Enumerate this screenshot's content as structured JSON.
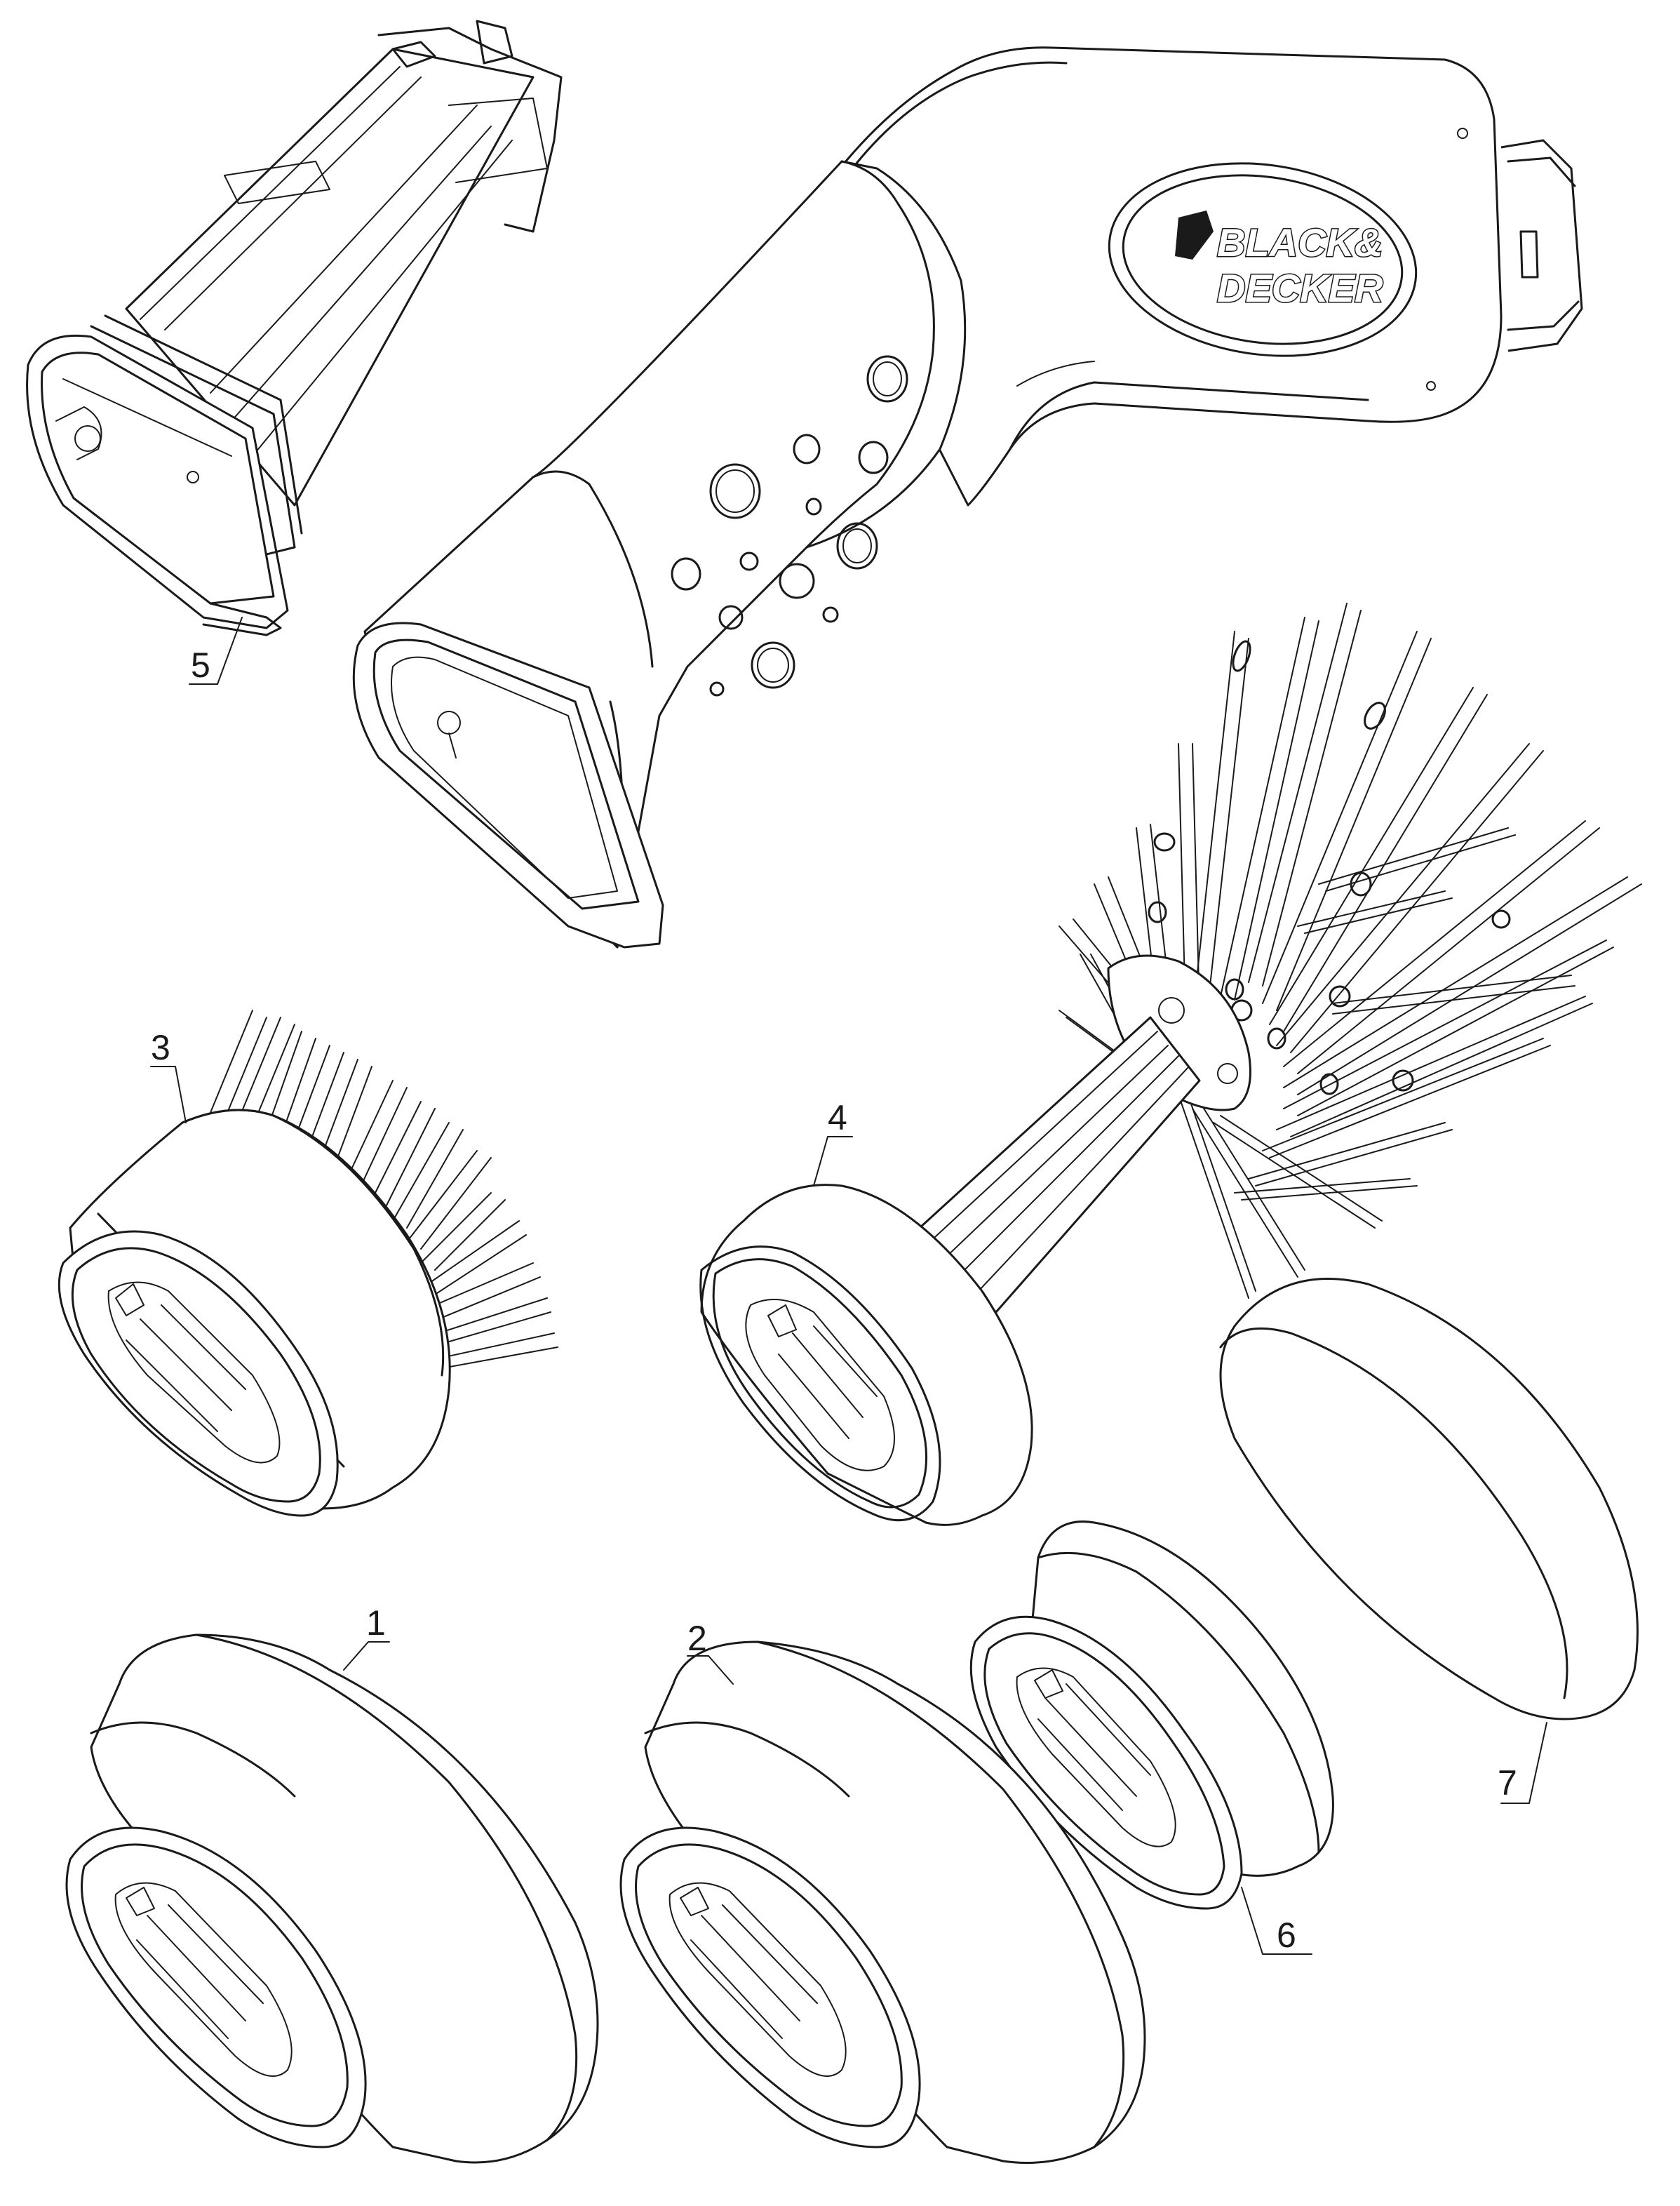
{
  "brand": {
    "line1": "BLACK&",
    "line2": "DECKER"
  },
  "parts": [
    {
      "callout": "1",
      "name": "large-scrub-pad-holder"
    },
    {
      "callout": "2",
      "name": "medium-scrub-pad-holder"
    },
    {
      "callout": "3",
      "name": "bristle-brush-head"
    },
    {
      "callout": "4",
      "name": "bottle-brush-head"
    },
    {
      "callout": "5",
      "name": "battery-pack"
    },
    {
      "callout": "6",
      "name": "small-pad-holder"
    },
    {
      "callout": "7",
      "name": "sponge-pad"
    }
  ]
}
